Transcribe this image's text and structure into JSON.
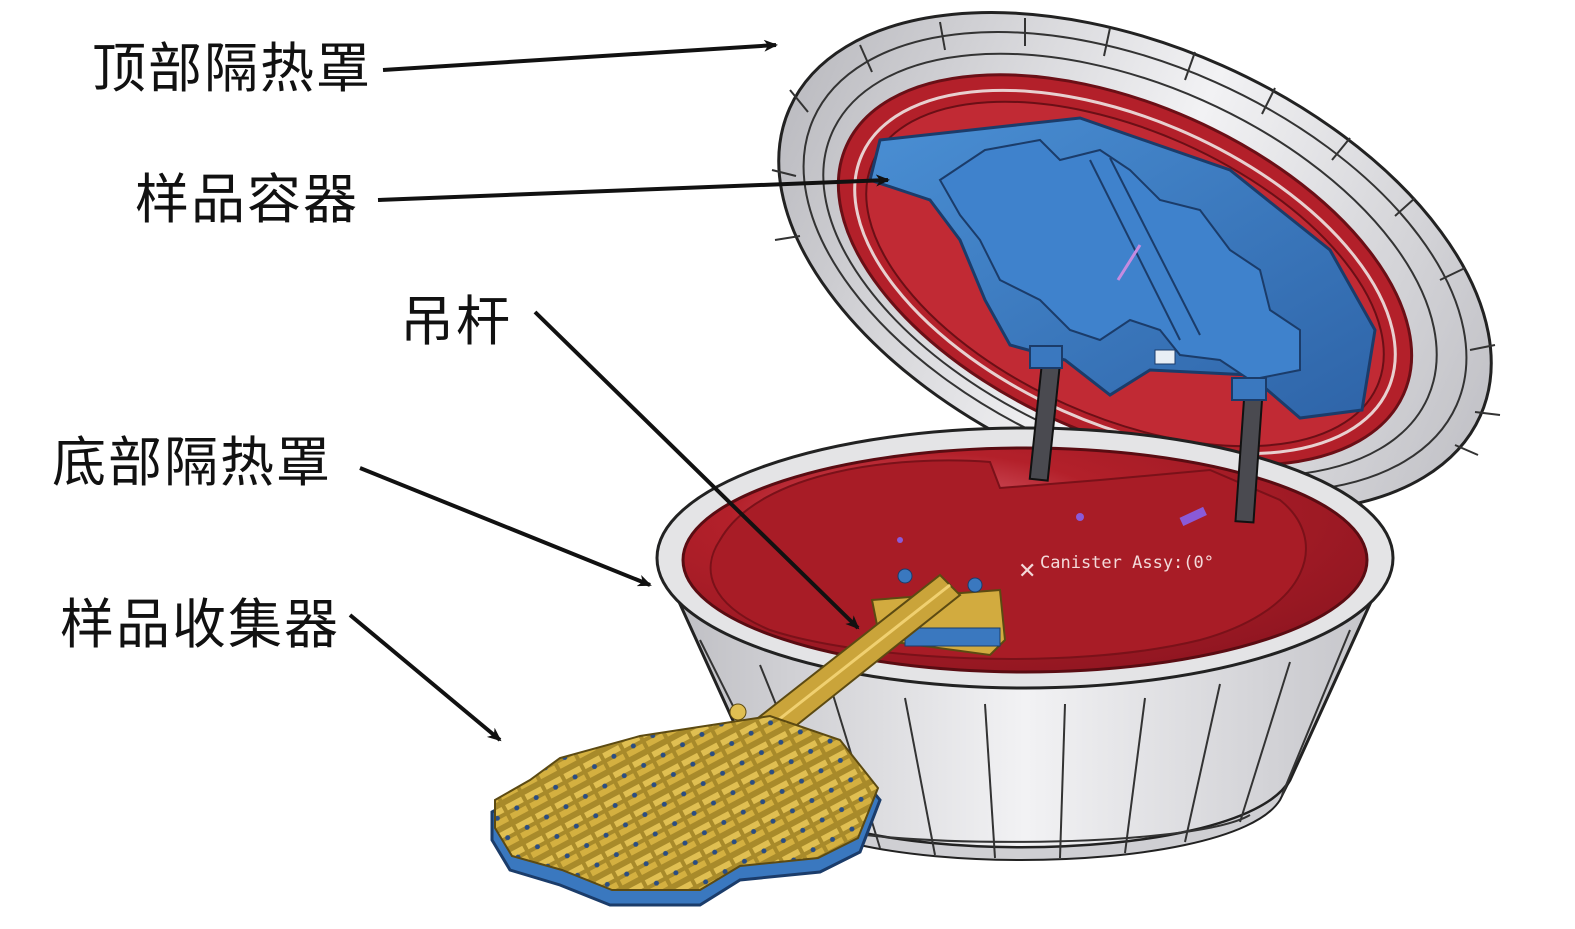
{
  "labels": {
    "top_heat_shield": "顶部隔热罩",
    "sample_container": "样品容器",
    "boom": "吊杆",
    "bottom_heat_shield": "底部隔热罩",
    "sample_collector": "样品收集器"
  },
  "model_annotation": "Canister Assy:(0°",
  "colors": {
    "shell": "#d9d9db",
    "shell_grid": "#2a2a2a",
    "red_interior": "#b3202a",
    "blue_container": "#3a78bf",
    "gold": "#c9a23a"
  }
}
